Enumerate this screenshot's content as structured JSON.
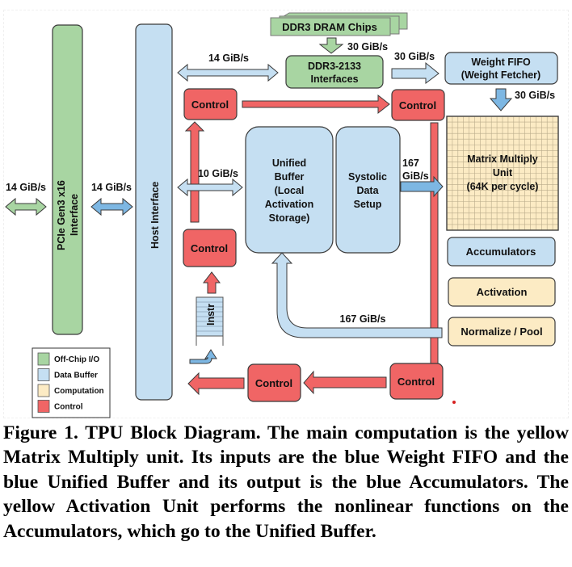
{
  "figure": {
    "title": "TPU Block Diagram",
    "caption": "Figure 1. TPU Block Diagram. The main computation is the yellow Matrix Multiply unit. Its inputs are the blue Weight FIFO and the blue Unified Buffer and its output is the blue Accumulators. The yellow Activation Unit performs the nonlinear functions on the Accumulators, which go to the Unified Buffer."
  },
  "colors": {
    "offchip": "#a8d5a2",
    "data_buffer": "#c5dff2",
    "computation": "#fcebc4",
    "control": "#f06565",
    "arrow_blue": "#7db7e3",
    "stroke": "#3a3a3a"
  },
  "blocks": {
    "ddr_chips": "DDR3 DRAM Chips",
    "ddr_interfaces": [
      "DDR3-2133",
      "Interfaces"
    ],
    "weight_fifo": [
      "Weight FIFO",
      "(Weight Fetcher)"
    ],
    "pcie": [
      "PCIe Gen3 x16",
      "Interface"
    ],
    "host_interface": "Host Interface",
    "unified_buffer": [
      "Unified",
      "Buffer",
      "(Local",
      "Activation",
      "Storage)"
    ],
    "systolic": [
      "Systolic",
      "Data",
      "Setup"
    ],
    "matrix_multiply": [
      "Matrix Multiply",
      "Unit",
      "(64K per cycle)"
    ],
    "accumulators": "Accumulators",
    "activation": "Activation",
    "normalize_pool": "Normalize / Pool",
    "instr": "Instr",
    "control": "Control"
  },
  "bandwidths": {
    "external_pcie": "14 GiB/s",
    "pcie_host": "14 GiB/s",
    "host_ddr": "14 GiB/s",
    "dram_to_ddr": "30 GiB/s",
    "ddr_to_fifo": "30 GiB/s",
    "fifo_to_mmu": "30 GiB/s",
    "host_to_ub": "10 GiB/s",
    "systolic_to_mmu": [
      "167",
      "GiB/s"
    ],
    "pool_to_ub": "167 GiB/s"
  },
  "legend": [
    {
      "label": "Off-Chip I/O",
      "color": "#a8d5a2"
    },
    {
      "label": "Data Buffer",
      "color": "#c5dff2"
    },
    {
      "label": "Computation",
      "color": "#fcebc4"
    },
    {
      "label": "Control",
      "color": "#f06565"
    }
  ]
}
